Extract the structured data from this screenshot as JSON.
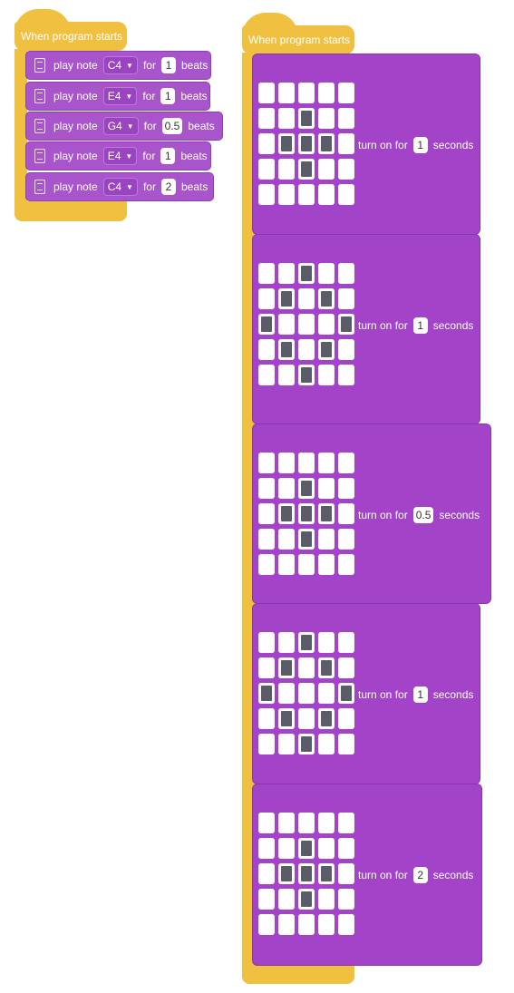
{
  "left_script": {
    "hat_label": "When program starts",
    "blocks": [
      {
        "action": "play note",
        "note": "C4",
        "for_label": "for",
        "beats": "1",
        "unit": "beats"
      },
      {
        "action": "play note",
        "note": "E4",
        "for_label": "for",
        "beats": "1",
        "unit": "beats"
      },
      {
        "action": "play note",
        "note": "G4",
        "for_label": "for",
        "beats": "0.5",
        "unit": "beats"
      },
      {
        "action": "play note",
        "note": "E4",
        "for_label": "for",
        "beats": "1",
        "unit": "beats"
      },
      {
        "action": "play note",
        "note": "C4",
        "for_label": "for",
        "beats": "2",
        "unit": "beats"
      }
    ]
  },
  "right_script": {
    "hat_label": "When program starts",
    "blocks": [
      {
        "action": "turn on for",
        "value": "1",
        "unit": "seconds",
        "pattern": [
          "00000",
          "00100",
          "01110",
          "00100",
          "00000"
        ]
      },
      {
        "action": "turn on for",
        "value": "1",
        "unit": "seconds",
        "pattern": [
          "00100",
          "01010",
          "10001",
          "01010",
          "00100"
        ]
      },
      {
        "action": "turn on for",
        "value": "0.5",
        "unit": "seconds",
        "pattern": [
          "00000",
          "00100",
          "01110",
          "00100",
          "00000"
        ]
      },
      {
        "action": "turn on for",
        "value": "1",
        "unit": "seconds",
        "pattern": [
          "00100",
          "01010",
          "10001",
          "01010",
          "00100"
        ]
      },
      {
        "action": "turn on for",
        "value": "2",
        "unit": "seconds",
        "pattern": [
          "00000",
          "00100",
          "01110",
          "00100",
          "00000"
        ]
      }
    ]
  },
  "icons": {
    "note_block": "micro-bit-icon",
    "dropdown": "dropdown-arrow-icon"
  },
  "colors": {
    "event": "#f0c040",
    "block": "#a855cc",
    "display_block": "#a344c8",
    "led_on": "#5a5d68",
    "led_off": "#ffffff"
  }
}
